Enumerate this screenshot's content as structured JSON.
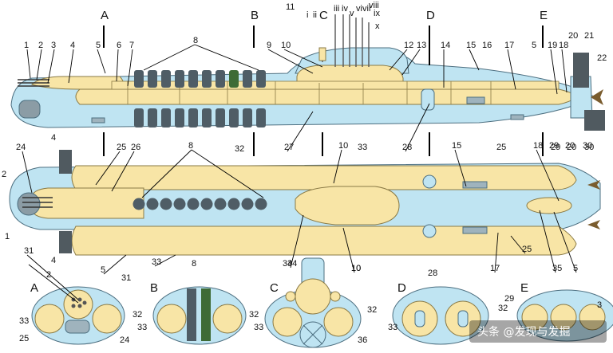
{
  "colors": {
    "hull_outer": "#bfe4f2",
    "hull_line": "#4d6f80",
    "pressure_hull": "#f8e5a6",
    "hull_edge": "#8a7a45",
    "missile_tube": "#4f5d66",
    "missile_green": "#3e6b36",
    "sail_dark": "#505a60",
    "label_line": "#000000",
    "watermark_text": "#ffffff"
  },
  "sections": [
    "A",
    "B",
    "C",
    "D",
    "E"
  ],
  "upper_view_numbers": [
    "1",
    "2",
    "3",
    "4",
    "5",
    "6",
    "7",
    "8",
    "9",
    "10",
    "12",
    "13",
    "14",
    "15",
    "16",
    "17",
    "5",
    "19",
    "18",
    "20",
    "21",
    "22",
    "24",
    "25",
    "26",
    "27",
    "28",
    "33",
    "25",
    "29",
    "20",
    "30"
  ],
  "top_numbers": [
    "11"
  ],
  "mast_numerals": [
    "i",
    "ii",
    "iii",
    "iv",
    "v",
    "vi",
    "vii",
    "viii",
    "ix",
    "x"
  ],
  "plan_view_numbers": [
    "2",
    "4",
    "8",
    "32",
    "10",
    "15",
    "18",
    "1",
    "31",
    "4",
    "5",
    "33",
    "34",
    "10",
    "17",
    "25",
    "35",
    "5",
    "29",
    "20",
    "30"
  ],
  "cross_sections": {
    "A": [
      "2",
      "31",
      "32",
      "33",
      "25",
      "24"
    ],
    "B": [
      "8",
      "32",
      "33"
    ],
    "C": [
      "34",
      "10",
      "32",
      "33",
      "36"
    ],
    "D": [
      "28",
      "32",
      "33"
    ],
    "E": [
      "29",
      "3"
    ]
  },
  "watermark": "头条 @发现与发掘"
}
